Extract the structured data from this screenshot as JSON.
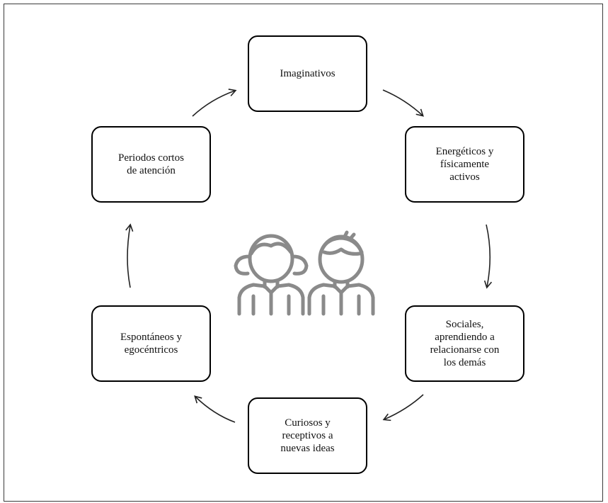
{
  "nodes": {
    "imaginativos": "Imaginativos",
    "energeticos": "Energéticos y\nfísicamente\nactivos",
    "sociales": "Sociales,\naprendiendo a\nrelacionarse con\nlos demás",
    "curiosos": "Curiosos y\nreceptivos a\nnuevas ideas",
    "espontaneos": "Espontáneos y\negocéntricos",
    "periodos": "Periodos  cortos\nde atención"
  },
  "icons": [
    "girl-icon",
    "boy-icon"
  ],
  "colors": {
    "border": "#000000",
    "icon": "#8a8a8a",
    "arrow": "#222222"
  }
}
